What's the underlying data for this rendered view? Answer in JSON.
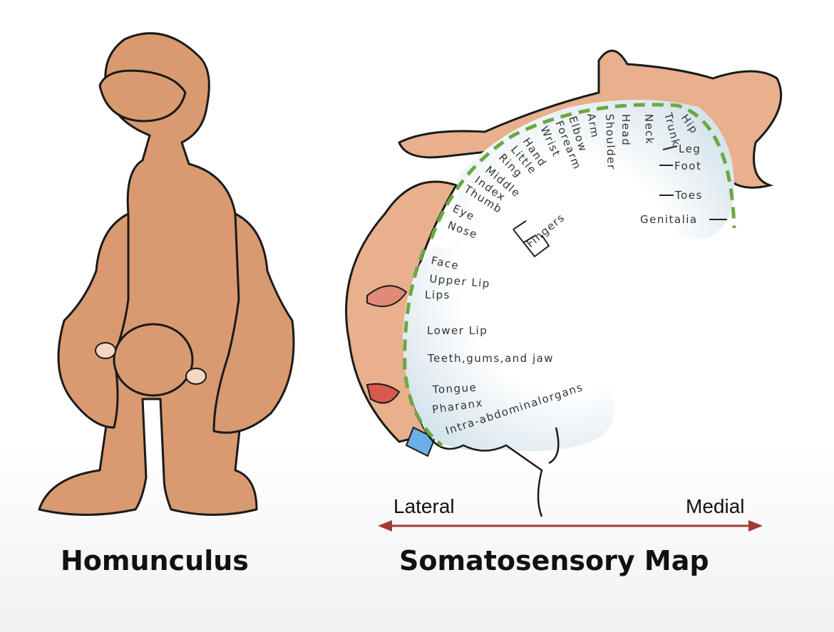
{
  "titles": {
    "left": "Homunculus",
    "right": "Somatosensory Map"
  },
  "axis": {
    "lateral": "Lateral",
    "medial": "Medial",
    "arrow_color": "#a33a35"
  },
  "colors": {
    "skin": "#d99a70",
    "cortex_dash": "#6aa842",
    "cortex_fill": "#e3edf2"
  },
  "labels": [
    "Hand",
    "Little",
    "Ring",
    "Middle",
    "Index",
    "Thumb",
    "Eye",
    "Nose",
    "Wrist",
    "Forearm",
    "Elbow",
    "Arm",
    "Shoulder",
    "Head",
    "Neck",
    "Trunk",
    "Hip",
    "Leg",
    "Foot",
    "Toes",
    "Genitalia",
    "Fingers",
    "Face",
    "Upper Lip",
    "Lips",
    "Lower Lip",
    "Teeth,gums,and jaw",
    "Tongue",
    "Pharanx",
    "Intra-abdominalorgans"
  ]
}
